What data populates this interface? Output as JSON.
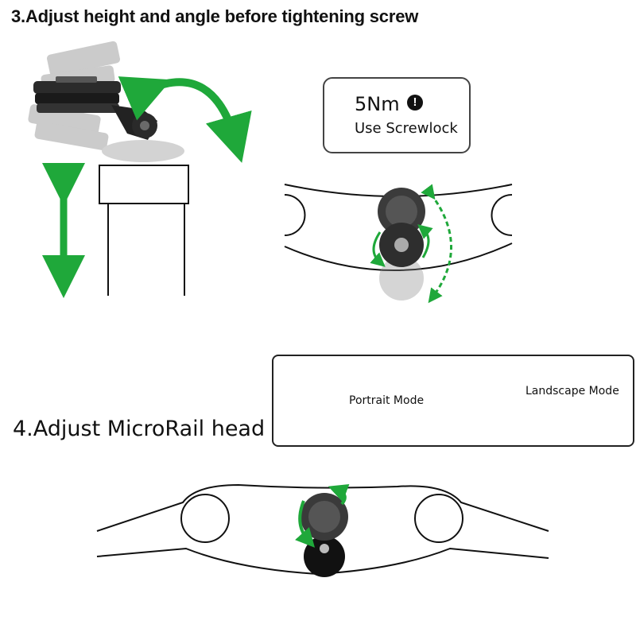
{
  "step3": {
    "title": "3.Adjust height and angle before tightening screw"
  },
  "torque": {
    "value": "5Nm",
    "alert_symbol": "!",
    "note": "Use Screwlock"
  },
  "step4": {
    "title": "4.Adjust MicroRail head"
  },
  "modes": {
    "portrait_label": "Portrait Mode",
    "landscape_label": "Landscape Mode"
  },
  "colors": {
    "accent_green": "#1fa83a",
    "dark": "#111111",
    "mount_gray": "#4a4a4a"
  },
  "icons": [
    "green-curved-arrow-icon",
    "green-double-arrow-icon",
    "hex-key-icon",
    "alert-icon",
    "rotate-arrows-icon",
    "phone-portrait-icon",
    "phone-landscape-icon"
  ]
}
